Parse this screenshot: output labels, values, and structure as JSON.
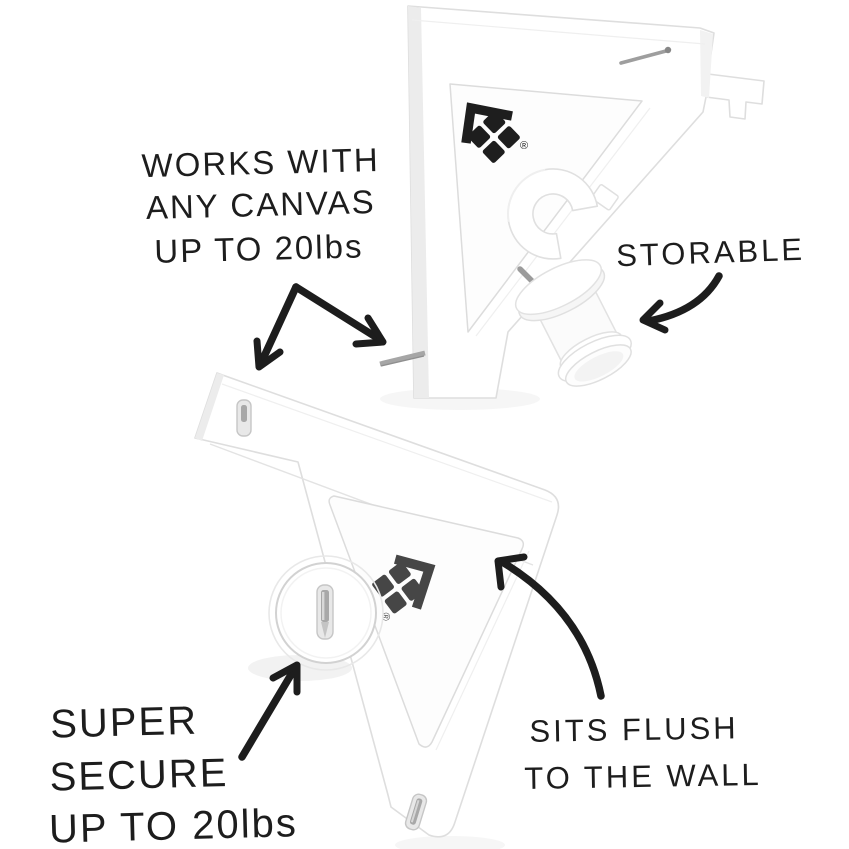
{
  "colors": {
    "ink": "#1d1d1d",
    "product": "#ffffff",
    "shade": "#ececec",
    "outline": "#dedede",
    "metal": "#a8a8a8",
    "metaldark": "#8d8d8d",
    "logo": "#1e1e1e",
    "background": "#ffffff"
  },
  "brand": {
    "logo_icon_name": "roof-over-window-panes-logo",
    "registered_mark": "®"
  },
  "annotations": {
    "works_with": {
      "lines": [
        "WORKS WITH",
        "ANY CANVAS",
        "UP TO 20lbs"
      ]
    },
    "storable": {
      "label": "STORABLE"
    },
    "super_secure": {
      "lines": [
        "SUPER",
        "SECURE",
        "UP TO 20lbs"
      ]
    },
    "sits_flush": {
      "lines": [
        "SITS FLUSH",
        "TO THE WALL"
      ]
    }
  }
}
